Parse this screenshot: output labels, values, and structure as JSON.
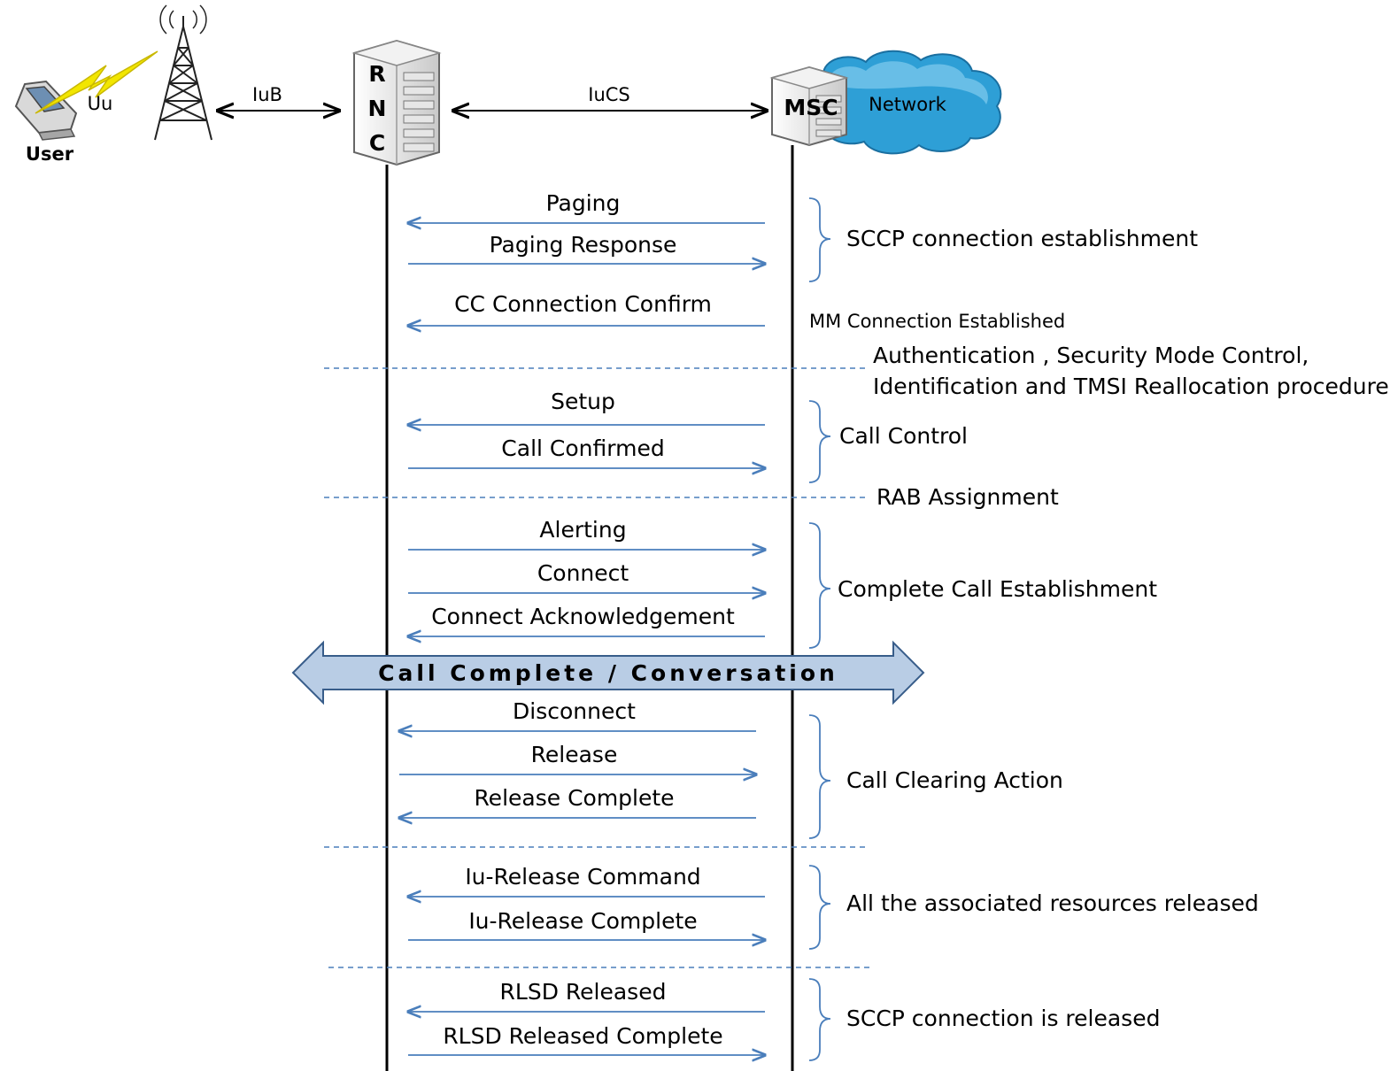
{
  "header": {
    "user_label": "User",
    "uu_label": "Uu",
    "iub_label": "IuB",
    "iucs_label": "IuCS",
    "rnc_letters": [
      "R",
      "N",
      "C"
    ],
    "msc_label": "MSC",
    "network_label": "Network"
  },
  "messages": [
    {
      "label": "Paging",
      "direction": "left"
    },
    {
      "label": "Paging Response",
      "direction": "right"
    },
    {
      "label": "CC Connection Confirm",
      "direction": "left"
    },
    {
      "label": "Setup",
      "direction": "left"
    },
    {
      "label": "Call Confirmed",
      "direction": "right"
    },
    {
      "label": "Alerting",
      "direction": "right"
    },
    {
      "label": "Connect",
      "direction": "right"
    },
    {
      "label": "Connect Acknowledgement",
      "direction": "left"
    },
    {
      "label": "Disconnect",
      "direction": "left"
    },
    {
      "label": "Release",
      "direction": "right"
    },
    {
      "label": "Release Complete",
      "direction": "left"
    },
    {
      "label": "Iu-Release Command",
      "direction": "left"
    },
    {
      "label": "Iu-Release Complete",
      "direction": "right"
    },
    {
      "label": "RLSD Released",
      "direction": "left"
    },
    {
      "label": "RLSD Released Complete",
      "direction": "right"
    }
  ],
  "groups": {
    "sccp_establishment": "SCCP connection establishment",
    "call_control": "Call Control",
    "complete_call": "Complete Call Establishment",
    "call_clearing": "Call Clearing Action",
    "resources_released": "All the associated resources released",
    "sccp_released": "SCCP connection is released"
  },
  "notes": {
    "mm_established": "MM Connection  Established",
    "auth_line1": "Authentication , Security Mode Control,",
    "auth_line2": "Identification and TMSI Reallocation procedures",
    "rab": "RAB Assignment"
  },
  "banner": {
    "label": "Call Complete / Conversation"
  },
  "colors": {
    "arrow": "#4a7ebb",
    "divider": "#4a7ebb",
    "banner_fill": "#b9cde5",
    "banner_stroke": "#385d8a",
    "cloud": "#2e9fd6",
    "lightning": "#f2e600",
    "lifeline": "#000000"
  }
}
